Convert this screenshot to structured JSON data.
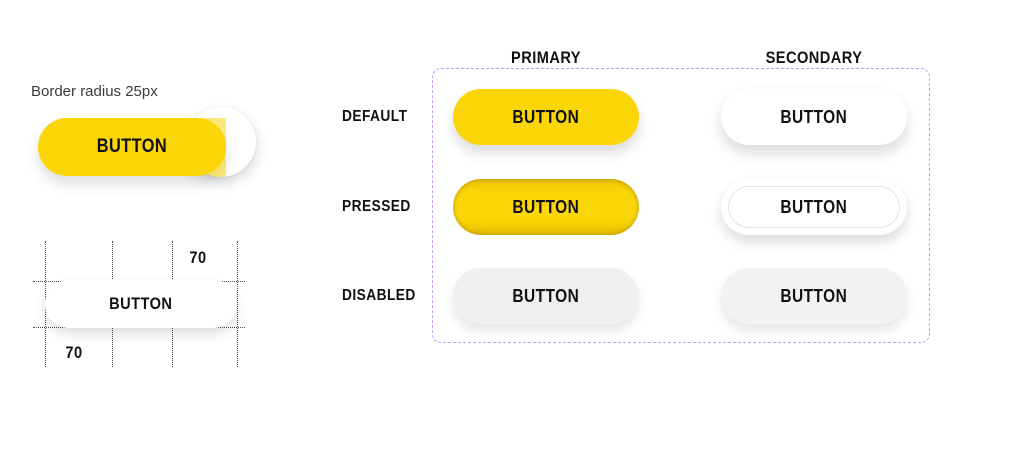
{
  "spec": {
    "radius_note": "Border radius 25px",
    "demo_button_label": "BUTTON",
    "grid_button_label": "BUTTON",
    "dimension_top": "70",
    "dimension_bottom": "70"
  },
  "matrix": {
    "columns": [
      {
        "label": "PRIMARY"
      },
      {
        "label": "SECONDARY"
      }
    ],
    "rows": [
      {
        "label": "DEFAULT"
      },
      {
        "label": "PRESSED"
      },
      {
        "label": "DISABLED"
      }
    ],
    "cells": {
      "primary_default": "BUTTON",
      "primary_pressed": "BUTTON",
      "primary_disabled": "BUTTON",
      "secondary_default": "BUTTON",
      "secondary_pressed": "BUTTON",
      "secondary_disabled": "BUTTON"
    }
  },
  "colors": {
    "accent_yellow": "#FAD508",
    "text_dark": "#111111",
    "frame_dashed": "#C49AF2",
    "disabled_primary_bg": "#F0F0F0",
    "disabled_secondary_bg": "#F2F2F2",
    "surface_white": "#FFFFFF",
    "guide_line": "#4A4A4A"
  }
}
